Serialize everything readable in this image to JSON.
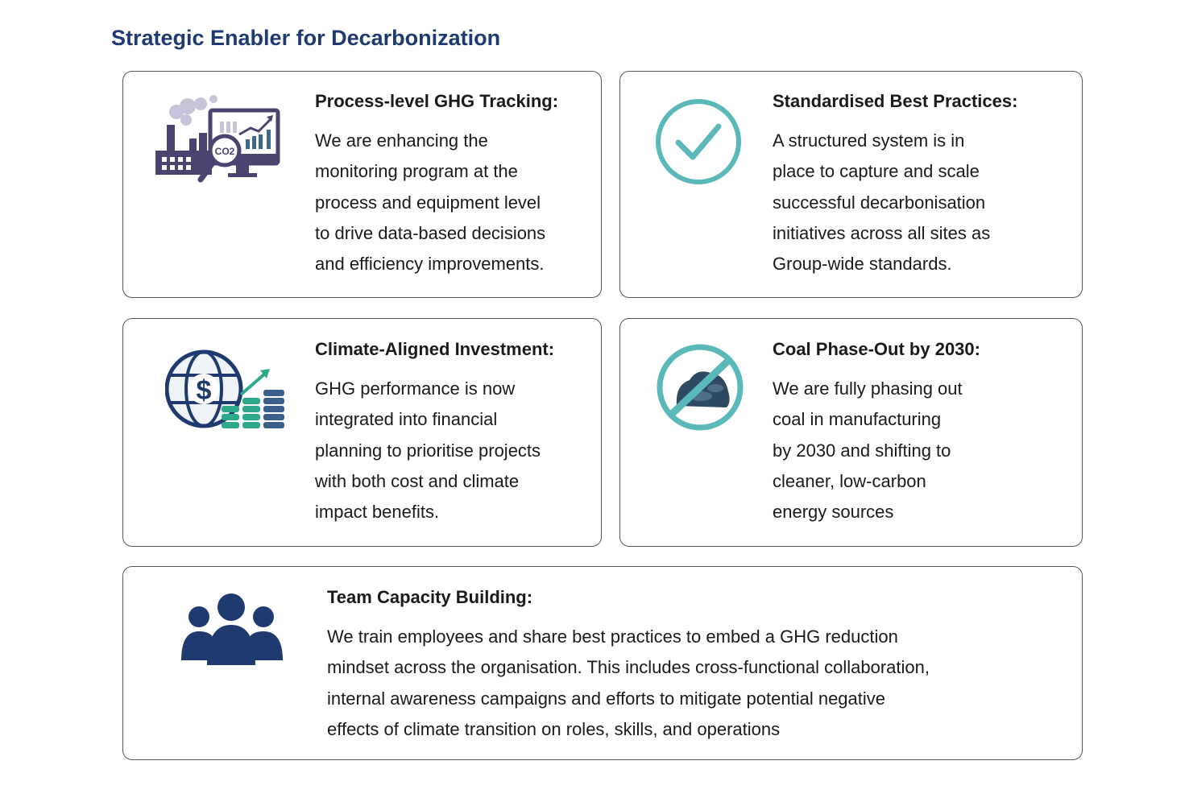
{
  "title": "Strategic Enabler for Decarbonization",
  "cards": [
    {
      "heading": "Process-level GHG Tracking:",
      "body": [
        "We are enhancing the",
        "monitoring program at the",
        "process and equipment level",
        "to drive data-based decisions",
        "and efficiency improvements."
      ],
      "icon": "co2-monitoring-icon",
      "icon_label": "CO2"
    },
    {
      "heading": "Standardised Best Practices:",
      "body": [
        "A structured system is in",
        "place to capture and scale",
        "successful decarbonisation",
        "initiatives across all sites as",
        "Group-wide standards."
      ],
      "icon": "checkmark-circle-icon"
    },
    {
      "heading": "Climate-Aligned Investment:",
      "body": [
        "GHG performance is now",
        "integrated into financial",
        "planning to prioritise projects",
        "with both cost and climate",
        "impact benefits."
      ],
      "icon": "globe-dollar-coins-icon",
      "icon_label": "$"
    },
    {
      "heading": "Coal Phase-Out by 2030:",
      "body": [
        "We are fully phasing out",
        "coal in manufacturing",
        "by 2030 and shifting to",
        "cleaner, low-carbon",
        "energy sources"
      ],
      "icon": "no-coal-icon"
    },
    {
      "heading": "Team Capacity Building:",
      "body": [
        "We train employees and share best practices to embed a GHG reduction",
        "mindset across the organisation. This includes cross-functional collaboration,",
        "internal awareness campaigns and efforts to mitigate potential negative",
        "effects of climate transition on roles, skills, and operations"
      ],
      "icon": "team-icon"
    }
  ],
  "colors": {
    "title": "#1f3a70",
    "teal": "#5bb8b8",
    "navy": "#1f3a6e",
    "purple": "#4a4470"
  }
}
